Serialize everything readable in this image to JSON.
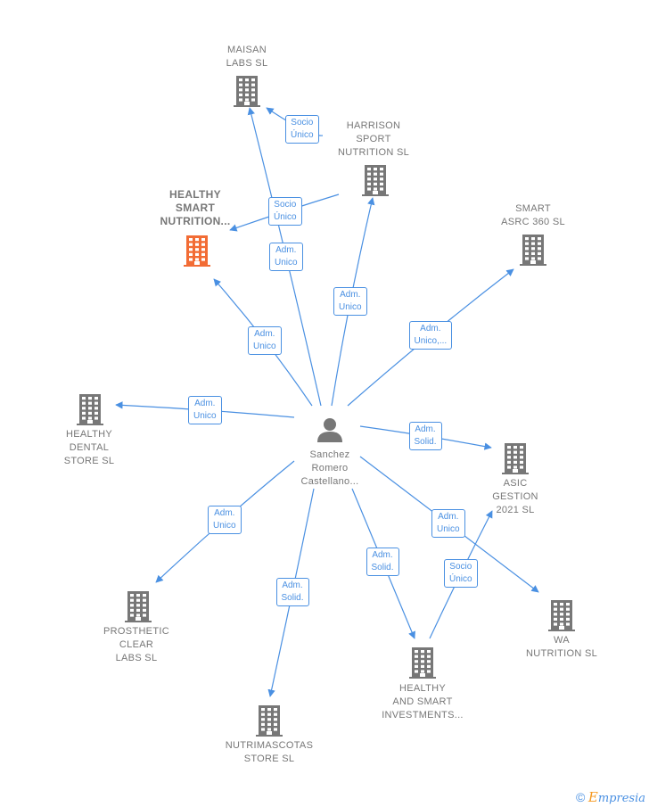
{
  "nodes": [
    {
      "id": "center",
      "label": "Sanchez\nRomero\nCastellano...",
      "kind": "person"
    },
    {
      "id": "maisan",
      "label": "MAISAN\nLABS  SL",
      "kind": "company"
    },
    {
      "id": "harrison",
      "label": "HARRISON\nSPORT\nNUTRITION SL",
      "kind": "company"
    },
    {
      "id": "healthy_smart",
      "label": "HEALTHY\nSMART\nNUTRITION...",
      "kind": "company",
      "highlight": true
    },
    {
      "id": "smart_asrc",
      "label": "SMART\nASRC 360  SL",
      "kind": "company"
    },
    {
      "id": "healthy_dental",
      "label": "HEALTHY\nDENTAL\nSTORE  SL",
      "kind": "company"
    },
    {
      "id": "asic",
      "label": "ASIC\nGESTION\n2021  SL",
      "kind": "company"
    },
    {
      "id": "prosthetic",
      "label": "PROSTHETIC\nCLEAR\nLABS  SL",
      "kind": "company"
    },
    {
      "id": "wa",
      "label": "WA\nNUTRITION  SL",
      "kind": "company"
    },
    {
      "id": "healthy_invest",
      "label": "HEALTHY\nAND SMART\nINVESTMENTS...",
      "kind": "company"
    },
    {
      "id": "nutrimascotas",
      "label": "NUTRIMASCOTAS\nSTORE SL",
      "kind": "company"
    }
  ],
  "edges": [
    {
      "from": "center",
      "to": "maisan",
      "label": "Adm.\nUnico"
    },
    {
      "from": "harrison",
      "to": "maisan",
      "label": "Socio\nÚnico"
    },
    {
      "from": "harrison",
      "to": "healthy_smart",
      "label": "Socio\nÚnico"
    },
    {
      "from": "center",
      "to": "harrison",
      "label": "Adm.\nUnico"
    },
    {
      "from": "center",
      "to": "healthy_smart",
      "label": "Adm.\nUnico"
    },
    {
      "from": "center",
      "to": "smart_asrc",
      "label": "Adm.\nUnico,..."
    },
    {
      "from": "center",
      "to": "healthy_dental",
      "label": "Adm.\nUnico"
    },
    {
      "from": "center",
      "to": "asic",
      "label": "Adm.\nSolid."
    },
    {
      "from": "center",
      "to": "wa",
      "label": "Adm.\nUnico"
    },
    {
      "from": "center",
      "to": "prosthetic",
      "label": "Adm.\nUnico"
    },
    {
      "from": "center",
      "to": "healthy_invest",
      "label": "Adm.\nSolid."
    },
    {
      "from": "healthy_invest",
      "to": "asic",
      "label": "Socio\nÚnico"
    },
    {
      "from": "center",
      "to": "nutrimascotas",
      "label": "Adm.\nSolid."
    }
  ],
  "colors": {
    "edge": "#4a90e2",
    "company": "#777777",
    "highlight": "#f26c35",
    "person": "#777777"
  },
  "icons": {
    "company": "building-icon",
    "person": "person-icon"
  },
  "footer": {
    "copyright": "©",
    "brand_initial": "E",
    "brand_rest": "mpresia"
  }
}
